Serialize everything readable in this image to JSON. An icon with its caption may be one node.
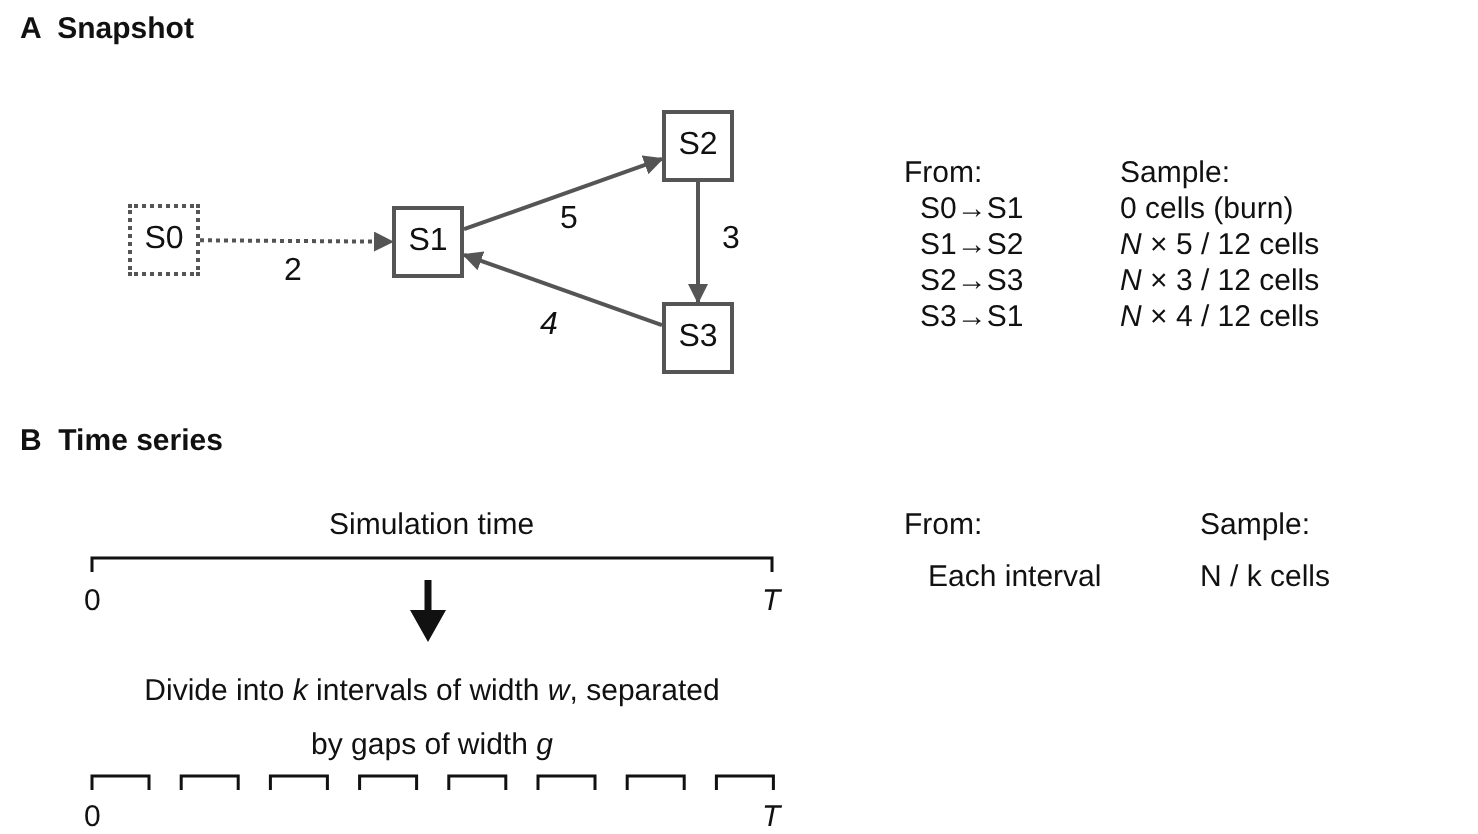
{
  "diagram": {
    "nodes": [
      {
        "text": [
          "S0"
        ]
      },
      {
        "text": [
          "S1"
        ]
      },
      {
        "text": [
          "S2"
        ]
      },
      {
        "text": [
          "S3"
        ]
      }
    ],
    "edges": [
      {
        "from": 0,
        "to": 1,
        "arrow": "to",
        "label": "2",
        "style": "dashed"
      },
      {
        "from": 1,
        "to": 2,
        "arrow": "to",
        "label": "5"
      },
      {
        "from": 2,
        "to": 3,
        "arrow": "to",
        "label": "3"
      },
      {
        "from": 3,
        "to": 1,
        "arrow": "to",
        "label": "4"
      }
    ],
    "labels": [
      "A  Snapshot",
      "From:",
      "Sample:",
      "S0→S1",
      "0 cells (burn)",
      "S1→S2",
      "*N* × 5 / 12 cells",
      "S2→S3",
      "*N* × 3 / 12 cells",
      "S3→S1",
      "*N* × 4 / 12 cells",
      "B  Time series",
      "Simulation time",
      "0",
      "T",
      "From:",
      "Sample:",
      "Each interval",
      "N / k cells",
      "Divide into *k* intervals of width *w*, separated by gaps of width *g*",
      "0",
      "T"
    ]
  }
}
